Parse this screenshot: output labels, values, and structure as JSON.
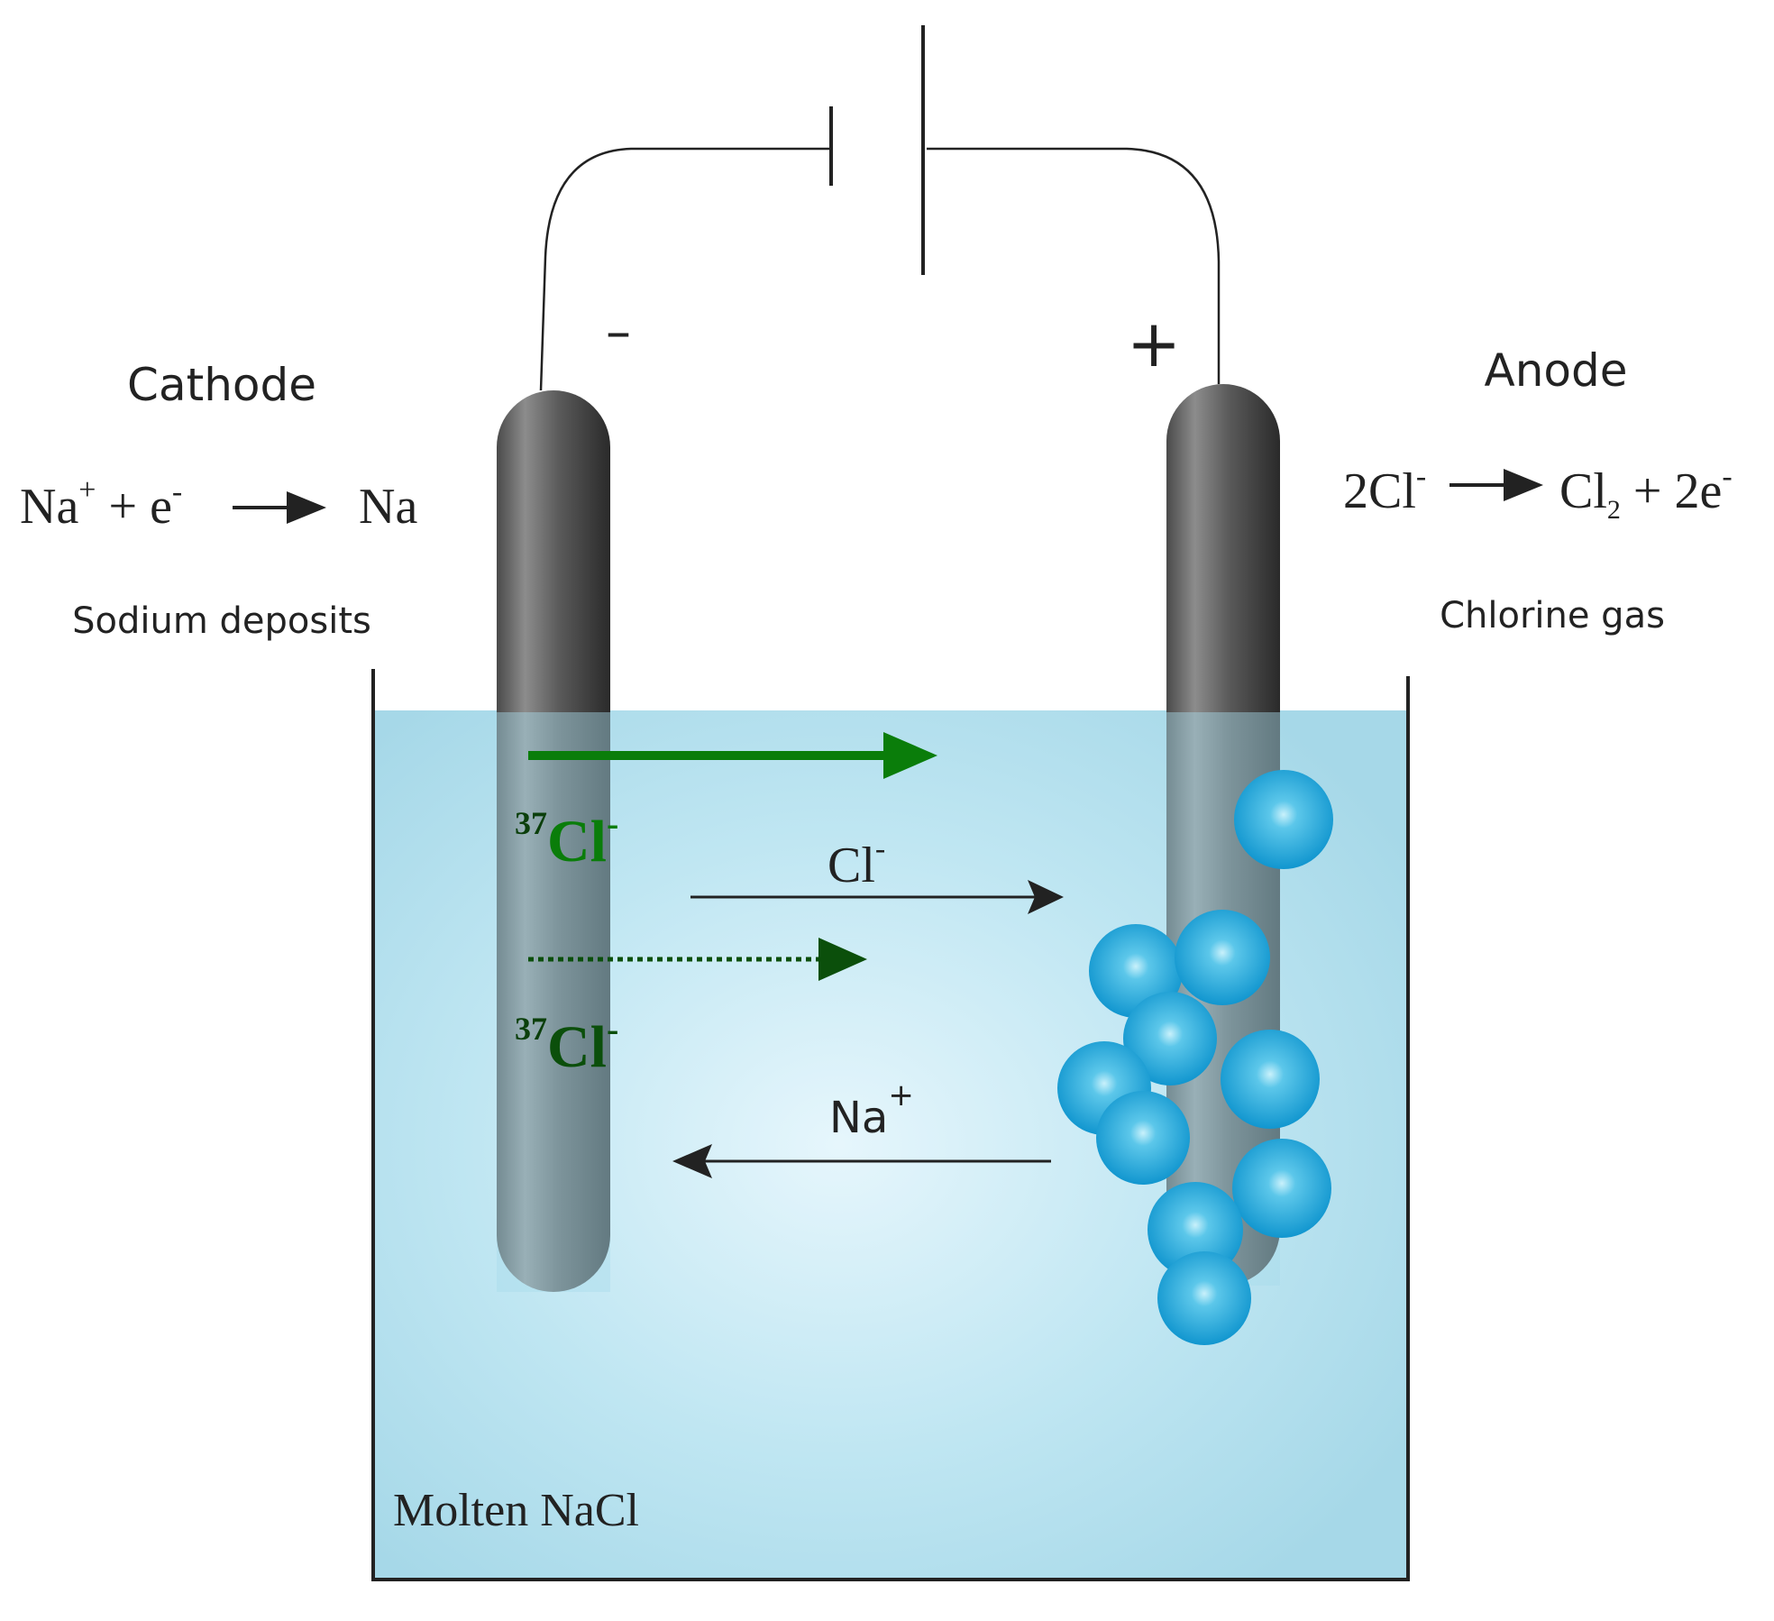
{
  "labels": {
    "cathode": "Cathode",
    "anode": "Anode",
    "cathode_eq": {
      "na1": "Na",
      "plus_sup": "+",
      "plus_e": " + e",
      "minus_sup": "-",
      "na2": "Na"
    },
    "anode_eq": {
      "two_cl": "2Cl",
      "minus_sup": "-",
      "cl": "Cl",
      "sub2": "2",
      "two_e": " + 2e",
      "minus_sup2": "-"
    },
    "sodium_deposits": "Sodium deposits",
    "chlorine_gas": "Chlorine gas",
    "minus_terminal": "–",
    "plus_terminal": "+",
    "molten": "Molten NaCl"
  },
  "ions": {
    "cl": "Cl",
    "cl_sup": "-",
    "na": "Na",
    "na_sup": "+",
    "isotope_mass": "37",
    "isotope_el": "Cl",
    "isotope_sup": "-"
  },
  "colors": {
    "liquid_top": "#a9dbea",
    "liquid_center": "#e4f5fb",
    "electrode_dark": "#3a3a3a",
    "electrode_light": "#8a8a8a",
    "bubble": "#1aa6dc",
    "bubble_highlight": "#9fe3f7",
    "arrow_green": "#0a7d0a",
    "arrow_dark_green": "#0b4f0b",
    "line": "#222222"
  },
  "icons": {
    "battery": "battery-symbol-icon",
    "bubble": "gas-bubble-icon"
  }
}
